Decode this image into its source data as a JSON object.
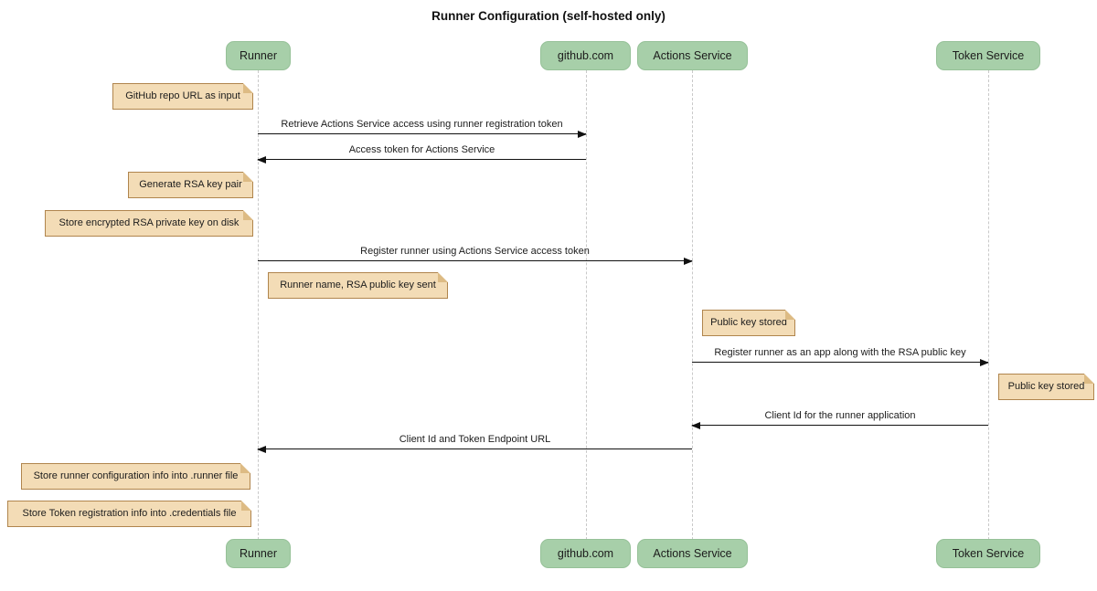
{
  "title": "Runner Configuration (self-hosted only)",
  "participants": [
    {
      "label": "Runner"
    },
    {
      "label": "github.com"
    },
    {
      "label": "Actions Service"
    },
    {
      "label": "Token Service"
    }
  ],
  "messages": [
    {
      "label": "Retrieve Actions Service access using runner registration token",
      "from": "Runner",
      "to": "github.com",
      "direction": "right"
    },
    {
      "label": "Access token for Actions Service",
      "from": "github.com",
      "to": "Runner",
      "direction": "left"
    },
    {
      "label": "Register runner using Actions Service access token",
      "from": "Runner",
      "to": "Actions Service",
      "direction": "right"
    },
    {
      "label": "Register runner as an app along with the RSA public key",
      "from": "Actions Service",
      "to": "Token Service",
      "direction": "right"
    },
    {
      "label": "Client Id for the runner application",
      "from": "Token Service",
      "to": "Actions Service",
      "direction": "left"
    },
    {
      "label": "Client Id and Token Endpoint URL",
      "from": "Actions Service",
      "to": "Runner",
      "direction": "left"
    }
  ],
  "notes": [
    {
      "text": "GitHub repo URL as input",
      "position": "left of Runner"
    },
    {
      "text": "Generate RSA key pair",
      "position": "left of Runner"
    },
    {
      "text": "Store encrypted RSA private key on disk",
      "position": "left of Runner"
    },
    {
      "text": "Runner name, RSA public key sent",
      "position": "right of Runner"
    },
    {
      "text": "Public key stored",
      "position": "right of Actions Service"
    },
    {
      "text": "Public key stored",
      "position": "right of Token Service"
    },
    {
      "text": "Store runner configuration info into .runner file",
      "position": "left of Runner"
    },
    {
      "text": "Store Token registration info into .credentials file",
      "position": "left of Runner"
    }
  ],
  "colors": {
    "actor_fill": "#a7cfa9",
    "actor_border": "#96c198",
    "note_fill": "#f3dcb6",
    "note_border": "#b0854d",
    "lifeline": "#c9c9c9",
    "arrow": "#111111",
    "background": "#ffffff"
  }
}
